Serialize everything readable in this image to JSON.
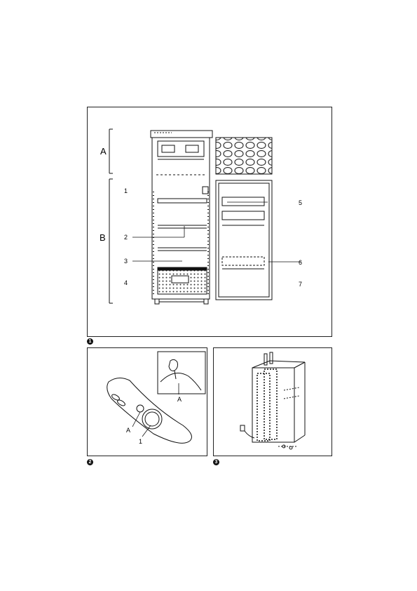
{
  "figure1": {
    "badge": "1",
    "section_labels": {
      "a": "A",
      "b": "B"
    },
    "callouts": [
      "1",
      "2",
      "3",
      "4",
      "5",
      "6",
      "7"
    ]
  },
  "figure2": {
    "badge": "2",
    "callouts": {
      "a_inset": "A",
      "a_main": "A",
      "knob": "1"
    }
  },
  "figure3": {
    "badge": "3"
  }
}
